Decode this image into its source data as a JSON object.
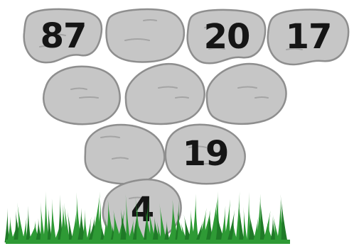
{
  "colors": {
    "rock_fill": "#c6c6c6",
    "rock_stroke": "#8e8e8e",
    "rock_mark": "#a4a4a4",
    "grass": "#2e9a35",
    "grass_dark": "#1f7a27",
    "number": "#151515"
  },
  "pyramid": {
    "rows": [
      {
        "row": 1,
        "blocks": [
          {
            "value": "87"
          },
          {
            "value": ""
          },
          {
            "value": "20"
          },
          {
            "value": "17"
          }
        ]
      },
      {
        "row": 2,
        "blocks": [
          {
            "value": ""
          },
          {
            "value": ""
          },
          {
            "value": ""
          }
        ]
      },
      {
        "row": 3,
        "blocks": [
          {
            "value": ""
          },
          {
            "value": "19"
          }
        ]
      },
      {
        "row": 4,
        "blocks": [
          {
            "value": "4"
          }
        ]
      }
    ]
  }
}
